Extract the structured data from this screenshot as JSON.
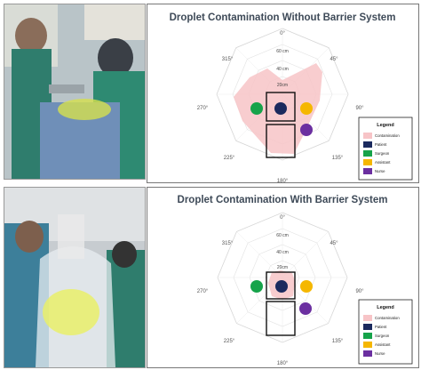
{
  "colors": {
    "contamination": "#f7c4c7",
    "patient": "#1b2a5e",
    "surgeon": "#16a34a",
    "assistant": "#f5b700",
    "nurse": "#6b2fa0"
  },
  "angle_labels": [
    "0°",
    "45°",
    "90°",
    "135°",
    "180°",
    "225°",
    "270°",
    "315°"
  ],
  "distance_labels": [
    "60 cm",
    "40 cm",
    "20cm"
  ],
  "legend": {
    "title": "Legend",
    "items": [
      {
        "label": "Contamination",
        "color": "#f7c4c7"
      },
      {
        "label": "Patient",
        "color": "#1b2a5e"
      },
      {
        "label": "Surgeon",
        "color": "#16a34a"
      },
      {
        "label": "Assistant",
        "color": "#f5b700"
      },
      {
        "label": "Nurse",
        "color": "#6b2fa0"
      }
    ]
  },
  "panels": [
    {
      "title": "Droplet Contamination Without Barrier System"
    },
    {
      "title": "Droplet Contamination With Barrier System"
    }
  ]
}
